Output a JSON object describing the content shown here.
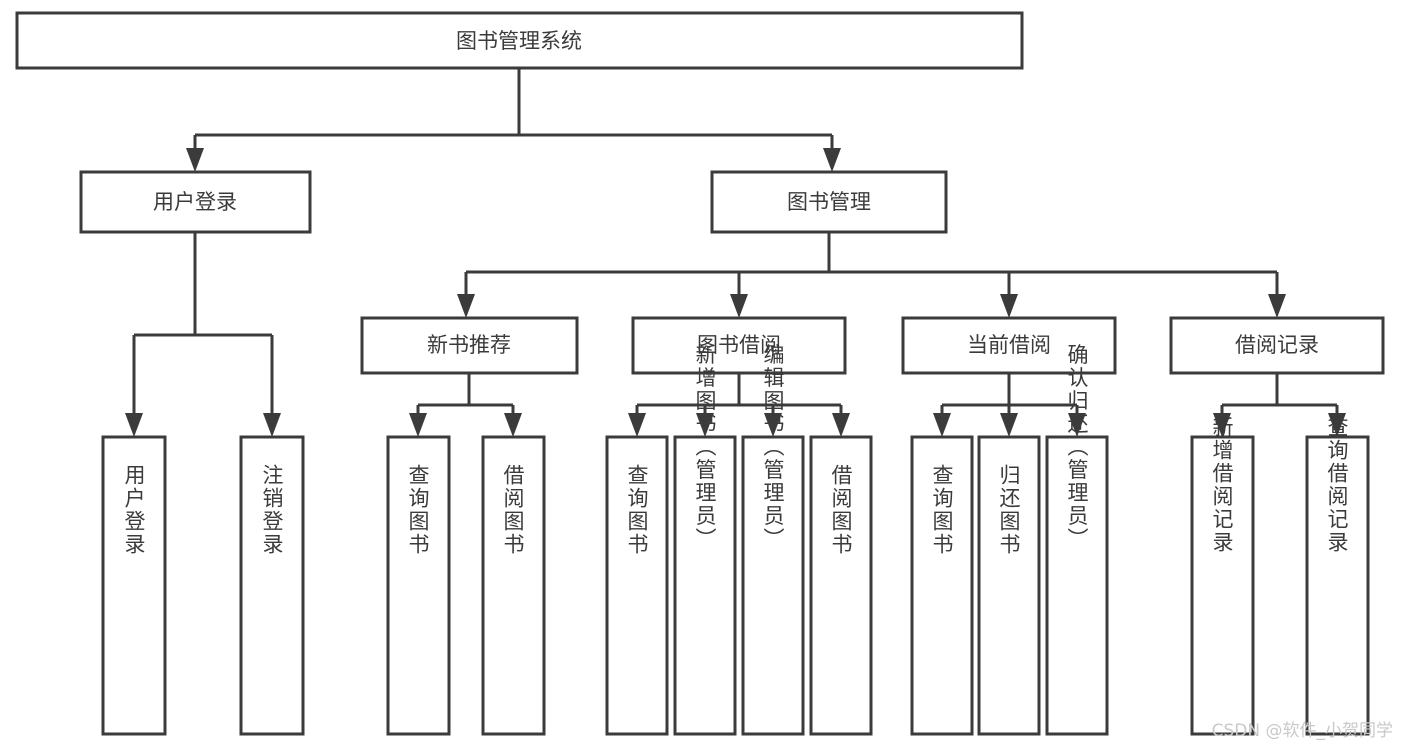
{
  "diagram": {
    "title": "图书管理系统",
    "type": "hierarchy-tree",
    "orientation": "top-down",
    "colors": {
      "stroke": "#3b3b3b",
      "fill": "#ffffff",
      "text": "#3b3b3b",
      "watermark": "#c9c9c9"
    },
    "levels": {
      "root": [
        "图书管理系统"
      ],
      "level2": [
        "用户登录",
        "图书管理"
      ],
      "level3": [
        "新书推荐",
        "图书借阅",
        "当前借阅",
        "借阅记录"
      ],
      "leaves": [
        "用户登录",
        "注销登录",
        "查询图书",
        "借阅图书",
        "查询图书",
        "新增图书（管理员）",
        "编辑图书（管理员）",
        "借阅图书",
        "查询图书",
        "归还图书",
        "确认归还（管理员）",
        "新增借阅记录",
        "查询借阅记录"
      ]
    },
    "nodes": {
      "root": {
        "label": "图书管理系统"
      },
      "user_login": {
        "label": "用户登录"
      },
      "book_manage": {
        "label": "图书管理"
      },
      "new_book_rec": {
        "label": "新书推荐"
      },
      "book_borrow": {
        "label": "图书借阅"
      },
      "current_borrow": {
        "label": "当前借阅"
      },
      "borrow_record": {
        "label": "借阅记录"
      },
      "leaf_user_login": {
        "label": "用户登录"
      },
      "leaf_logout": {
        "label": "注销登录"
      },
      "leaf_query_book_a": {
        "label": "查询图书"
      },
      "leaf_borrow_book_a": {
        "label": "借阅图书"
      },
      "leaf_query_book_b": {
        "label": "查询图书"
      },
      "leaf_add_book": {
        "label": "新增图书（管理员）"
      },
      "leaf_edit_book": {
        "label": "编辑图书（管理员）"
      },
      "leaf_borrow_book_b": {
        "label": "借阅图书"
      },
      "leaf_query_book_c": {
        "label": "查询图书"
      },
      "leaf_return_book": {
        "label": "归还图书"
      },
      "leaf_confirm_return": {
        "label": "确认归还（管理员）"
      },
      "leaf_add_record": {
        "label": "新增借阅记录"
      },
      "leaf_query_record": {
        "label": "查询借阅记录"
      }
    },
    "edges": [
      {
        "from": "root",
        "to": "user_login"
      },
      {
        "from": "root",
        "to": "book_manage"
      },
      {
        "from": "user_login",
        "to": "leaf_user_login"
      },
      {
        "from": "user_login",
        "to": "leaf_logout"
      },
      {
        "from": "book_manage",
        "to": "new_book_rec"
      },
      {
        "from": "book_manage",
        "to": "book_borrow"
      },
      {
        "from": "book_manage",
        "to": "current_borrow"
      },
      {
        "from": "book_manage",
        "to": "borrow_record"
      },
      {
        "from": "new_book_rec",
        "to": "leaf_query_book_a"
      },
      {
        "from": "new_book_rec",
        "to": "leaf_borrow_book_a"
      },
      {
        "from": "book_borrow",
        "to": "leaf_query_book_b"
      },
      {
        "from": "book_borrow",
        "to": "leaf_add_book"
      },
      {
        "from": "book_borrow",
        "to": "leaf_edit_book"
      },
      {
        "from": "book_borrow",
        "to": "leaf_borrow_book_b"
      },
      {
        "from": "current_borrow",
        "to": "leaf_query_book_c"
      },
      {
        "from": "current_borrow",
        "to": "leaf_return_book"
      },
      {
        "from": "current_borrow",
        "to": "leaf_confirm_return"
      },
      {
        "from": "borrow_record",
        "to": "leaf_add_record"
      },
      {
        "from": "borrow_record",
        "to": "leaf_query_record"
      }
    ]
  },
  "watermark": {
    "text": "CSDN @软件_小贺同学"
  }
}
